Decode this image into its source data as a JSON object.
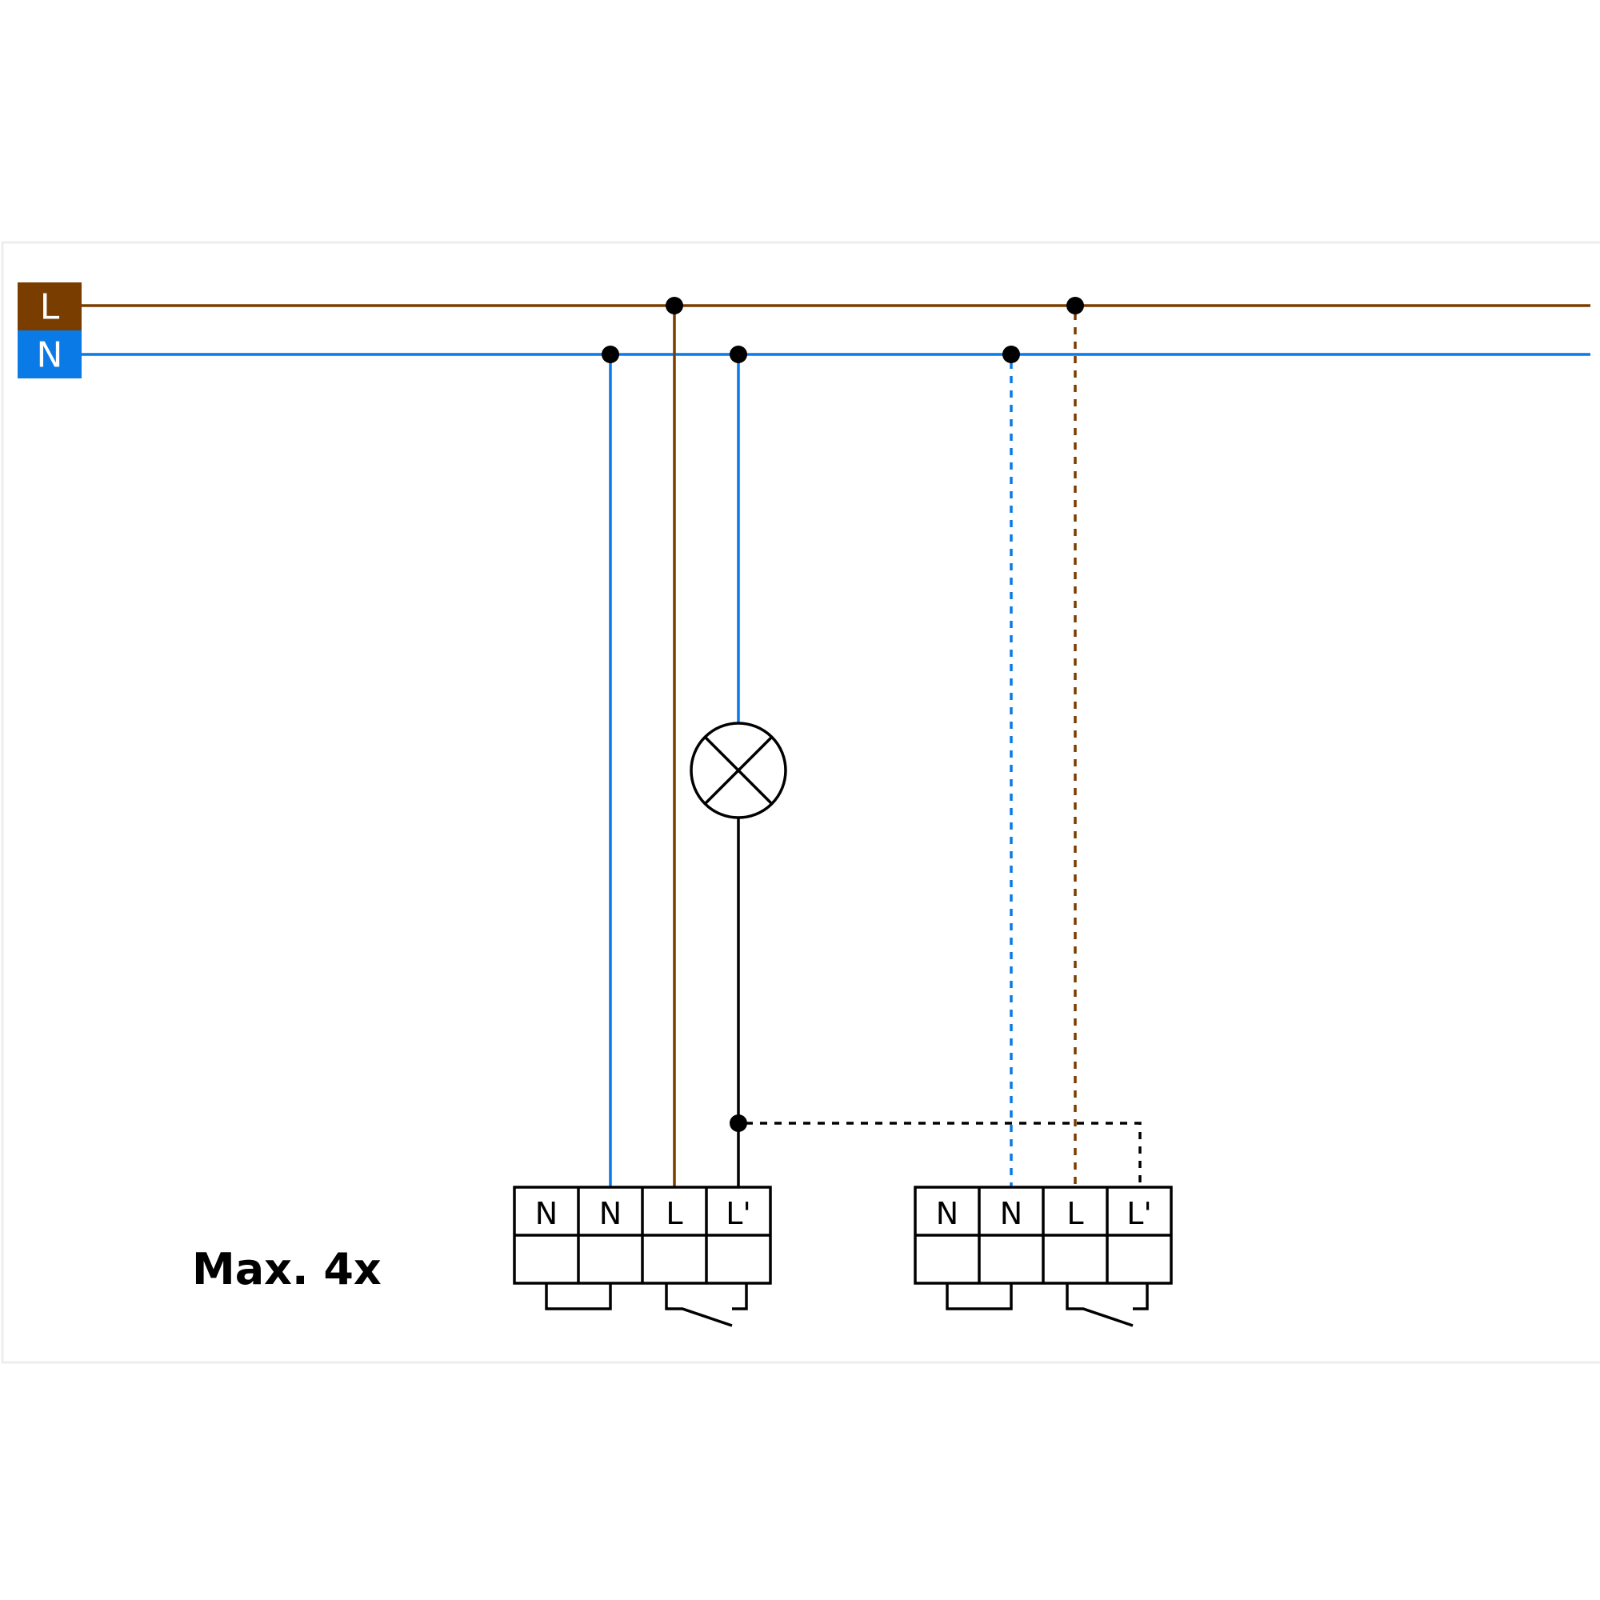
{
  "bus": {
    "live_label": "L",
    "neutral_label": "N",
    "live_color": "#7a3d00",
    "neutral_color": "#0a7ae6"
  },
  "wire_black": "#000000",
  "lamp": {
    "symbol": "lamp-cross-symbol"
  },
  "device_1": {
    "terminals": [
      "N",
      "N",
      "L",
      "L'"
    ]
  },
  "device_2": {
    "terminals": [
      "N",
      "N",
      "L",
      "L'"
    ]
  },
  "note": "Max. 4x"
}
